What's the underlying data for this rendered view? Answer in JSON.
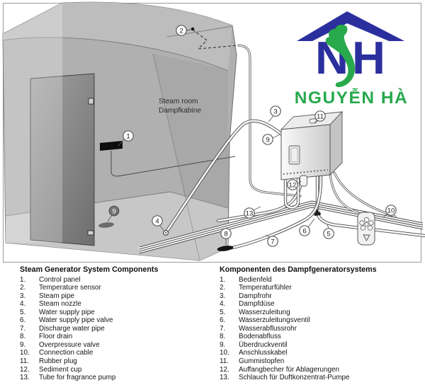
{
  "logo": {
    "monogram_n": "N",
    "monogram_h": "H",
    "name": "NGUYỄN HÀ",
    "colors": {
      "blue": "#2b2f9e",
      "green": "#27a94c"
    }
  },
  "diagram": {
    "room_label_en": "Steam room",
    "room_label_de": "Dampfkabine",
    "callouts": [
      {
        "n": "1"
      },
      {
        "n": "2"
      },
      {
        "n": "3"
      },
      {
        "n": "9"
      },
      {
        "n": "11"
      },
      {
        "n": "12"
      },
      {
        "n": "13"
      },
      {
        "n": "4"
      },
      {
        "n": "8"
      },
      {
        "n": "7"
      },
      {
        "n": "6"
      },
      {
        "n": "5"
      },
      {
        "n": "10"
      },
      {
        "n": "9"
      }
    ]
  },
  "legend_en": {
    "title": "Steam Generator System Components",
    "items": [
      {
        "num": "1.",
        "label": "Control panel"
      },
      {
        "num": "2.",
        "label": "Temperature sensor"
      },
      {
        "num": "3.",
        "label": "Steam pipe"
      },
      {
        "num": "4.",
        "label": "Steam nozzle"
      },
      {
        "num": "5.",
        "label": "Water supply pipe"
      },
      {
        "num": "6.",
        "label": "Water supply pipe valve"
      },
      {
        "num": "7.",
        "label": "Discharge water pipe"
      },
      {
        "num": "8.",
        "label": "Floor drain"
      },
      {
        "num": "9.",
        "label": "Overpressure valve"
      },
      {
        "num": "10.",
        "label": "Connection cable"
      },
      {
        "num": "11.",
        "label": "Rubber plug"
      },
      {
        "num": "12.",
        "label": "Sediment cup"
      },
      {
        "num": "13.",
        "label": "Tube for fragrance pump"
      }
    ]
  },
  "legend_de": {
    "title": "Komponenten des Dampfgeneratorsystems",
    "items": [
      {
        "num": "1.",
        "label": "Bedienfeld"
      },
      {
        "num": "2.",
        "label": "Temperaturfühler"
      },
      {
        "num": "3.",
        "label": "Dampfrohr"
      },
      {
        "num": "4.",
        "label": "Dampfdüse"
      },
      {
        "num": "5.",
        "label": "Wasserzuleitung"
      },
      {
        "num": "6.",
        "label": "Wasserzuleitungsventil"
      },
      {
        "num": "7.",
        "label": "Wasserabflussrohr"
      },
      {
        "num": "8.",
        "label": "Bodenabfluss"
      },
      {
        "num": "9.",
        "label": "Überdruckventil"
      },
      {
        "num": "10.",
        "label": "Anschlusskabel"
      },
      {
        "num": "11.",
        "label": "Gummistopfen"
      },
      {
        "num": "12.",
        "label": "Auffangbecher für Ablagerungen"
      },
      {
        "num": "13.",
        "label": "Schlauch für Duftkonzentrat-Pumpe"
      }
    ]
  }
}
